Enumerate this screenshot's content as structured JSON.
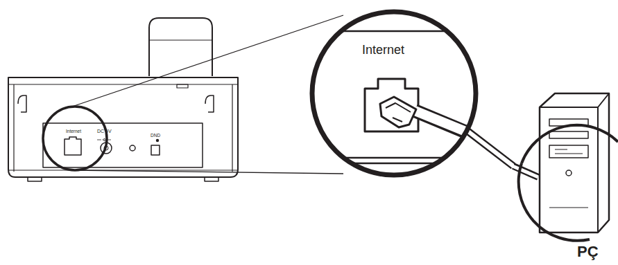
{
  "diagram": {
    "nodes": [
      {
        "text": [
          "Internet"
        ]
      },
      {
        "text": [
          "PÇ"
        ]
      }
    ],
    "edges": [
      {
        "from": 0,
        "to": 1,
        "arrow": "none"
      }
    ],
    "labels": [
      "Internet",
      "DC 5V",
      "DND"
    ]
  }
}
